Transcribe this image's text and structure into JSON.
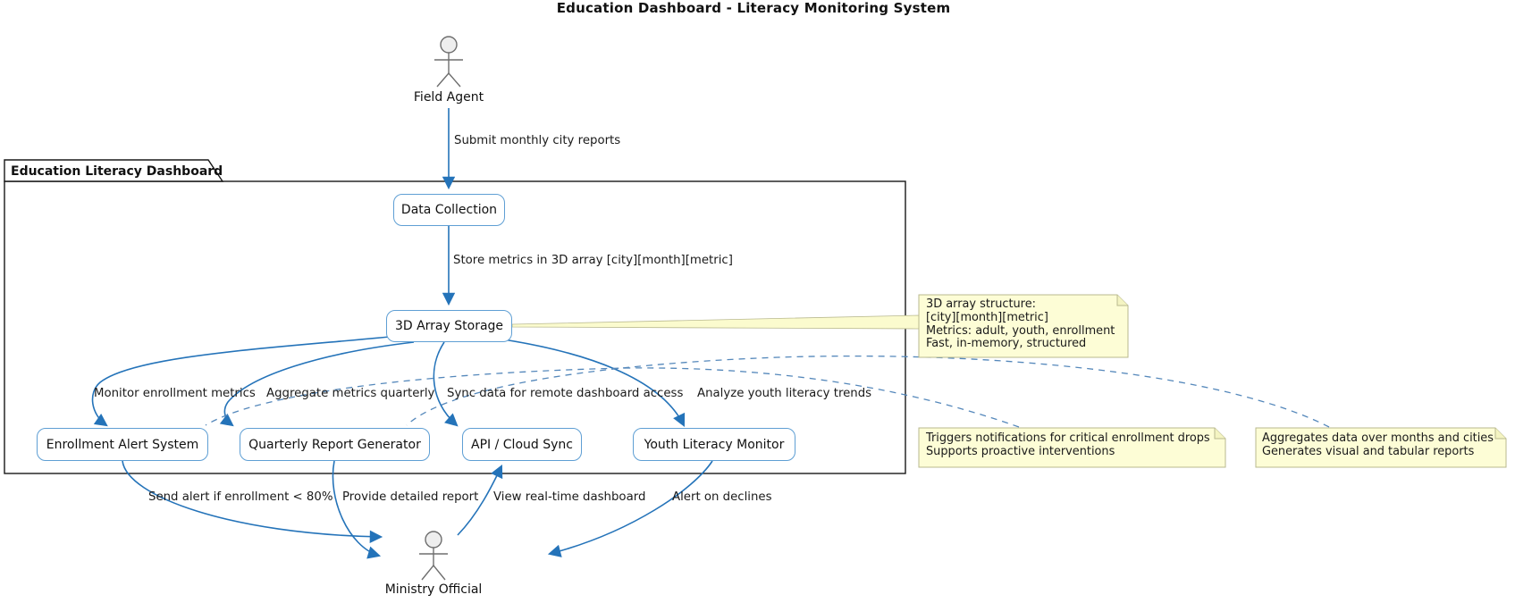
{
  "title": "Education Dashboard - Literacy Monitoring System",
  "package": {
    "label": "Education Literacy Dashboard"
  },
  "actors": {
    "field_agent": "Field Agent",
    "ministry_official": "Ministry Official"
  },
  "components": {
    "data_collection": "Data Collection",
    "array_storage": "3D Array Storage",
    "enrollment_alert": "Enrollment Alert System",
    "report_generator": "Quarterly Report Generator",
    "api_cloud_sync": "API / Cloud Sync",
    "youth_monitor": "Youth Literacy Monitor"
  },
  "edges": {
    "submit_reports": "Submit monthly city reports",
    "store_metrics": "Store metrics in 3D array [city][month][metric]",
    "monitor_enrollment": "Monitor enrollment metrics",
    "aggregate_quarterly": "Aggregate metrics quarterly",
    "sync_remote": "Sync data for remote dashboard access",
    "analyze_youth": "Analyze youth literacy trends",
    "send_alert": "Send alert if enrollment < 80%",
    "provide_report": "Provide detailed report",
    "view_dashboard": "View real-time dashboard",
    "alert_declines": "Alert on declines"
  },
  "notes": {
    "array_structure": {
      "lines": [
        "3D array structure:",
        "[city][month][metric]",
        "Metrics: adult, youth, enrollment",
        "Fast, in-memory, structured"
      ]
    },
    "alert_note": {
      "lines": [
        "Triggers notifications for critical enrollment drops",
        "Supports proactive interventions"
      ]
    },
    "report_note": {
      "lines": [
        "Aggregates data over months and cities",
        "Generates visual and tabular reports"
      ]
    }
  },
  "colors": {
    "arrow": "#2473b9",
    "note_connector": "#5588bb",
    "component_border": "#5f9fd4",
    "note_background": "#fdfdd6",
    "note_border": "#b9b98f",
    "package_border": "#181818",
    "actor": "#6e6e6e"
  }
}
